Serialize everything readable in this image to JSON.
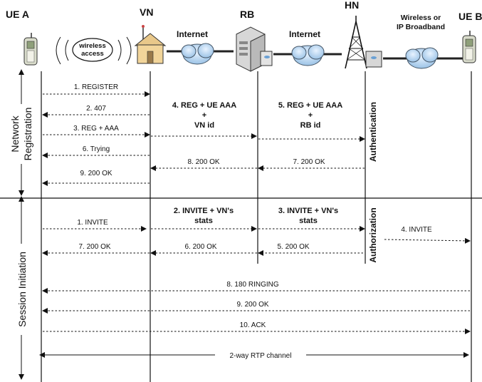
{
  "entities": {
    "ue_a": "UE A",
    "vn": "VN",
    "rb": "RB",
    "hn": "HN",
    "ue_b": "UE B"
  },
  "links": {
    "wireless_access": [
      "wireless",
      "access"
    ],
    "internet_1": "Internet",
    "internet_2": "Internet",
    "wireless_broadband": [
      "Wireless or",
      "IP Broadband"
    ]
  },
  "phases": {
    "registration": [
      "Network",
      "Registration"
    ],
    "session": "Session Initiation"
  },
  "hn_notes": {
    "registration": "Authentication",
    "session": "Authorization"
  },
  "registration_messages": {
    "m1": "1. REGISTER",
    "m2": "2. 407",
    "m3": "3. REG + AAA",
    "m4": [
      "4. REG + UE AAA",
      "+",
      "VN id"
    ],
    "m5": [
      "5. REG + UE AAA",
      "+",
      "RB id"
    ],
    "m6": "6. Trying",
    "m7": "7. 200 OK",
    "m8": "8. 200 OK",
    "m9": "9. 200 OK"
  },
  "session_messages": {
    "s1": "1. INVITE",
    "s2": [
      "2. INVITE + VN's",
      "stats"
    ],
    "s3": [
      "3. INVITE + VN's",
      "stats"
    ],
    "s4": "4. INVITE",
    "s5": "5. 200 OK",
    "s6": "6. 200 OK",
    "s7": "7. 200 OK",
    "s8": "8. 180 RINGING",
    "s9": "9. 200 OK",
    "s10": "10. ACK",
    "rtp": "2-way RTP channel"
  }
}
